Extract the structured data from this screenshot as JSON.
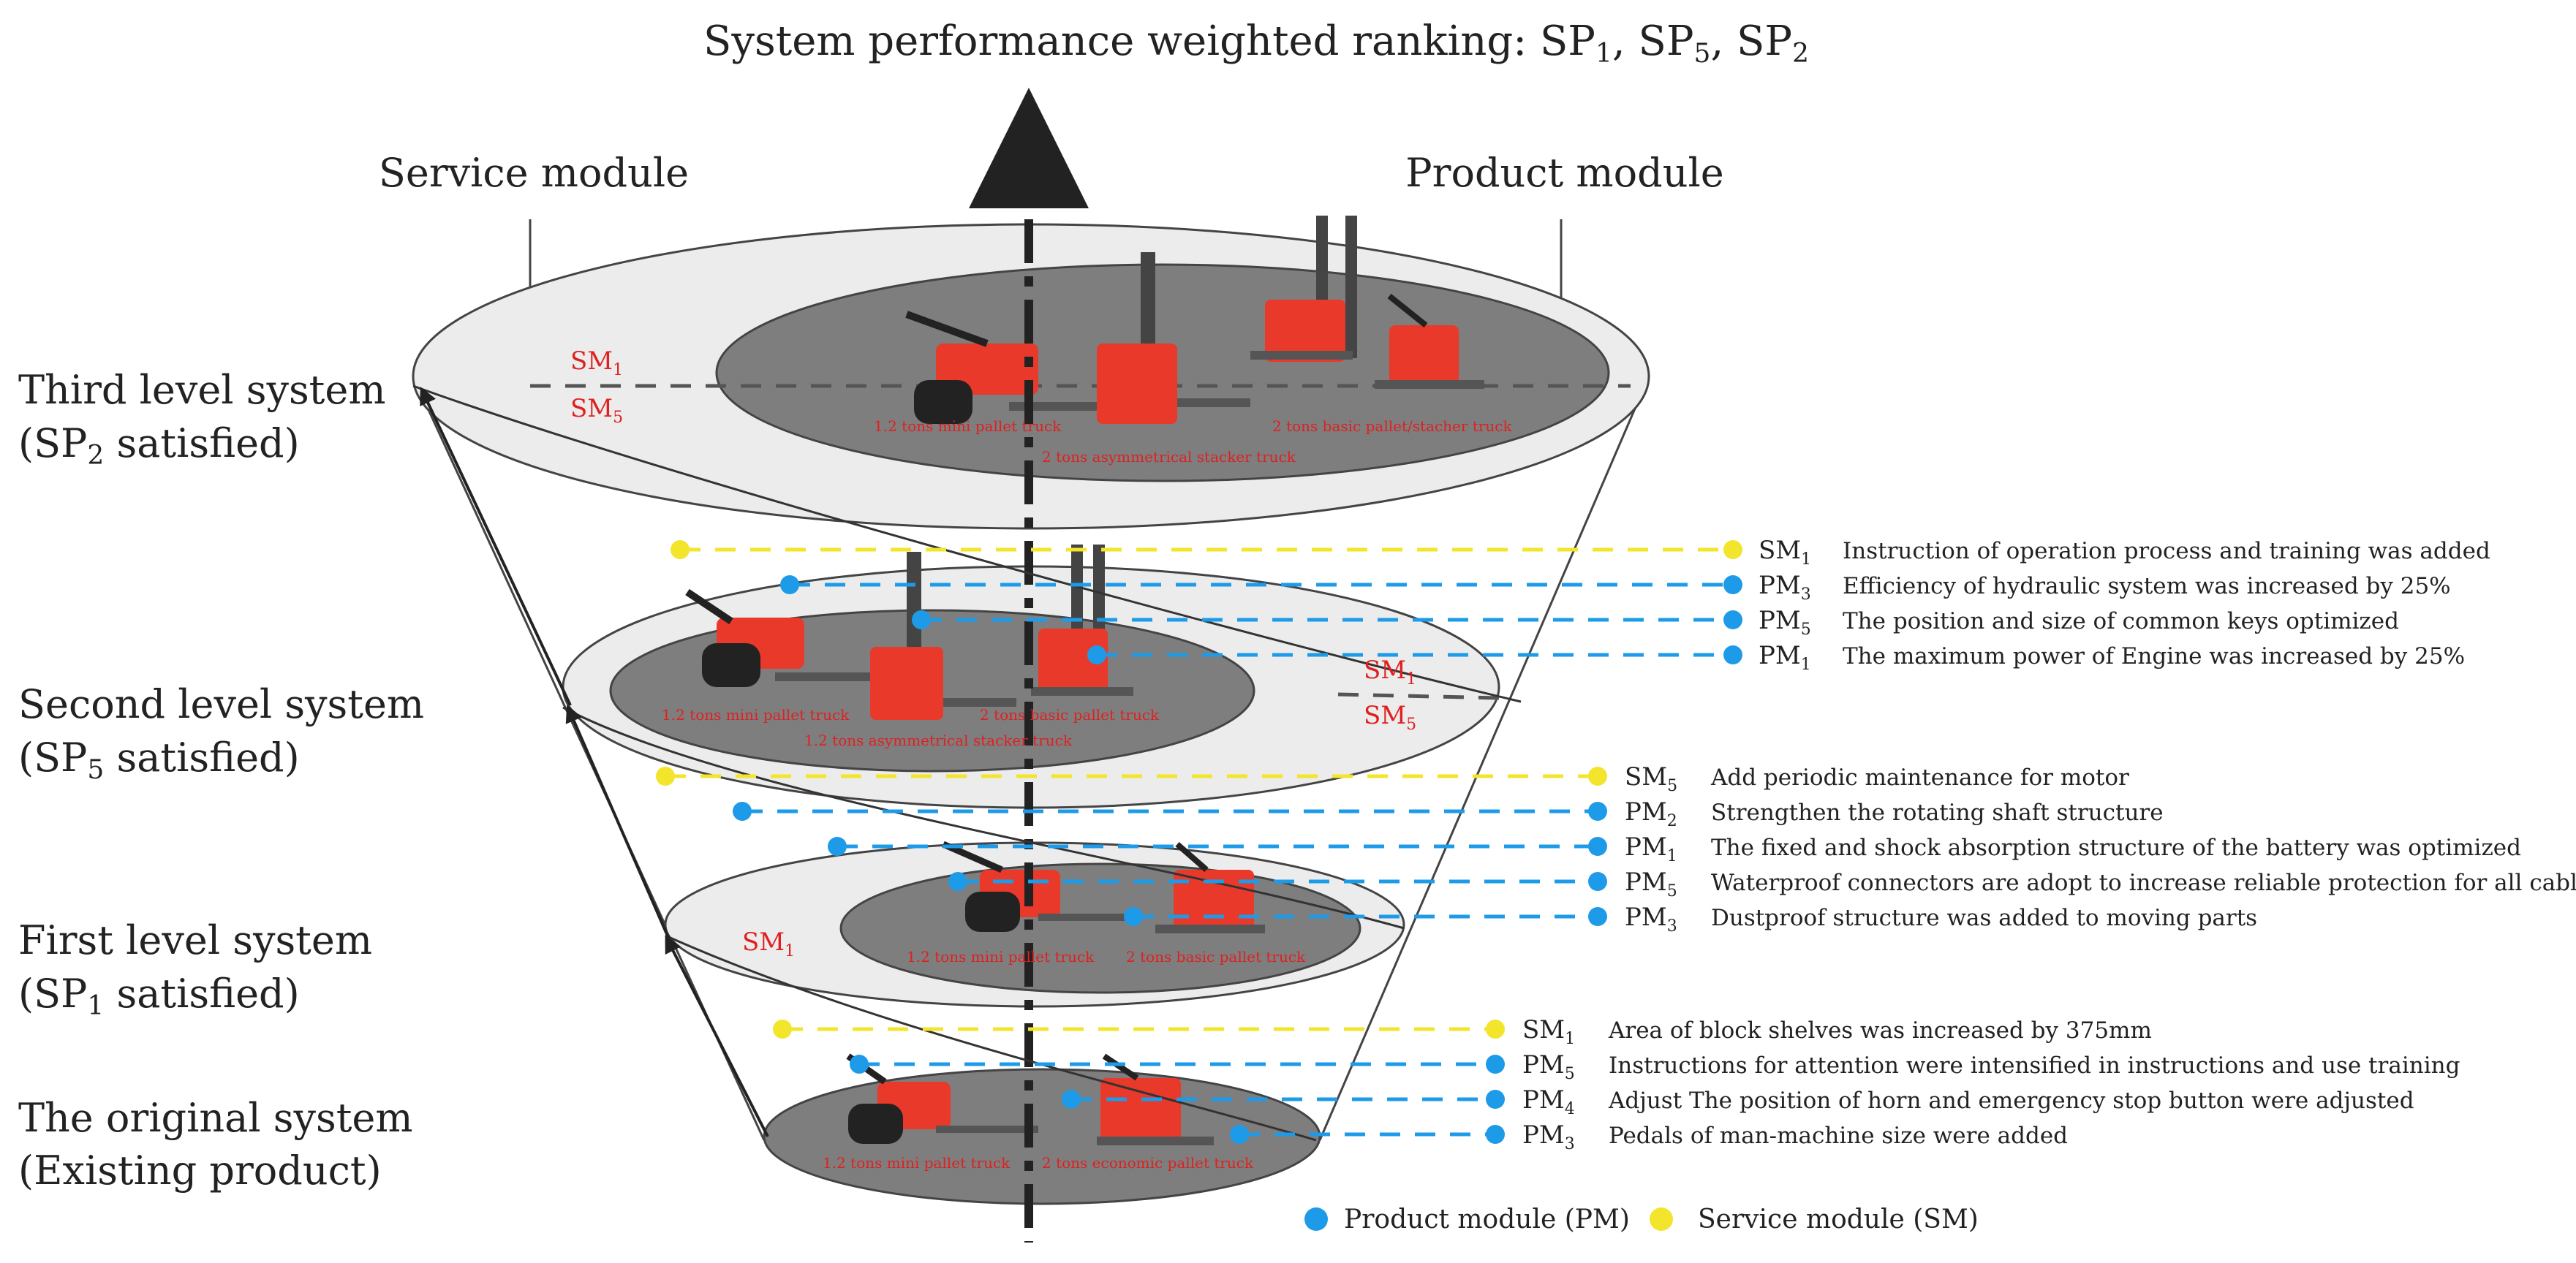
{
  "title": {
    "main": "System performance weighted ranking: SP",
    "s1": "1",
    "sep1": ", SP",
    "s2": "5",
    "sep2": ", SP",
    "s3": "2"
  },
  "headers": {
    "service": "Service module",
    "product": "Product module"
  },
  "levels": [
    {
      "line1": "Third level system",
      "line2_pre": "(SP",
      "line2_sub": "2",
      "line2_post": " satisfied)"
    },
    {
      "line1": "Second level system",
      "line2_pre": "(SP",
      "line2_sub": "5",
      "line2_post": " satisfied)"
    },
    {
      "line1": "First level system",
      "line2_pre": "(SP",
      "line2_sub": "1",
      "line2_post": " satisfied)"
    },
    {
      "line1": "The original system",
      "line2": "(Existing product)"
    }
  ],
  "modules": {
    "sm": "SM",
    "pm": "PM",
    "third_sm1_sub": "1",
    "third_sm5_sub": "5",
    "second_sm1_sub": "1",
    "second_sm5_sub": "5",
    "first_sm1_sub": "1"
  },
  "products": {
    "third": [
      "1.2 tons mini pallet truck",
      "2 tons basic pallet/stacher truck",
      "2 tons asymmetrical stacker truck"
    ],
    "second": [
      "1.2 tons mini pallet truck",
      "2 tons basic pallet truck",
      "1.2 tons asymmetrical stacker truck"
    ],
    "first": [
      "1.2 tons mini pallet truck",
      "2 tons basic pallet truck"
    ],
    "original": [
      "1.2 tons mini pallet truck",
      "2 tons economic pallet truck"
    ]
  },
  "annotations": {
    "second": [
      {
        "type": "SM",
        "sub": "1",
        "text": "Instruction of operation process and training was added"
      },
      {
        "type": "PM",
        "sub": "3",
        "text": "Efficiency of hydraulic system was increased by 25%"
      },
      {
        "type": "PM",
        "sub": "5",
        "text": "The position and size of common keys optimized"
      },
      {
        "type": "PM",
        "sub": "1",
        "text": "The maximum power of Engine was increased by 25%"
      }
    ],
    "first": [
      {
        "type": "SM",
        "sub": "5",
        "text": "Add periodic maintenance for motor"
      },
      {
        "type": "PM",
        "sub": "2",
        "text": "Strengthen the rotating shaft structure"
      },
      {
        "type": "PM",
        "sub": "1",
        "text": "The fixed and shock absorption structure of the battery was optimized"
      },
      {
        "type": "PM",
        "sub": "5",
        "text": "Waterproof connectors are adopt to increase reliable protection for all cables"
      },
      {
        "type": "PM",
        "sub": "3",
        "text": "Dustproof structure was added to moving parts"
      }
    ],
    "original": [
      {
        "type": "SM",
        "sub": "1",
        "text": "Area of block shelves was increased  by 375mm"
      },
      {
        "type": "PM",
        "sub": "5",
        "text": "Instructions for attention were intensified in instructions and use training"
      },
      {
        "type": "PM",
        "sub": "4",
        "text": "Adjust The position of horn and emergency stop button were adjusted"
      },
      {
        "type": "PM",
        "sub": "3",
        "text": "Pedals of man-machine size were added"
      }
    ]
  },
  "legend": {
    "pm": "Product module (PM)",
    "sm": "Service module (SM)"
  },
  "colors": {
    "pm": "#1e9be8",
    "sm": "#f2e52c",
    "label_red": "#e02020",
    "platform": "#7e7e7e",
    "disc": "#ececec",
    "truck_red": "#e8392a"
  }
}
